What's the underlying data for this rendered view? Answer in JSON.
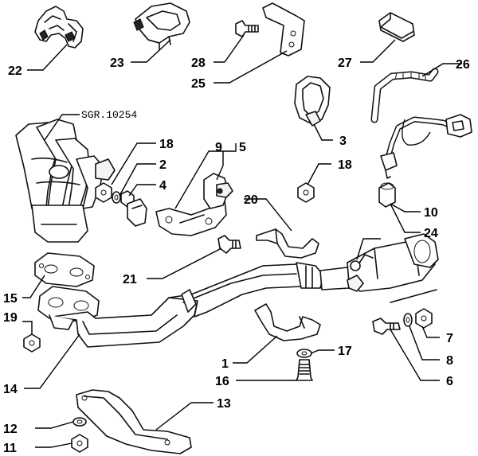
{
  "reference_code": "SGR.10254",
  "callouts": [
    "1",
    "2",
    "3",
    "4",
    "5",
    "6",
    "7",
    "8",
    "9",
    "10",
    "11",
    "12",
    "13",
    "14",
    "15",
    "16",
    "17",
    "18",
    "18",
    "19",
    "20",
    "21",
    "22",
    "23",
    "24",
    "25",
    "26",
    "27",
    "28"
  ]
}
